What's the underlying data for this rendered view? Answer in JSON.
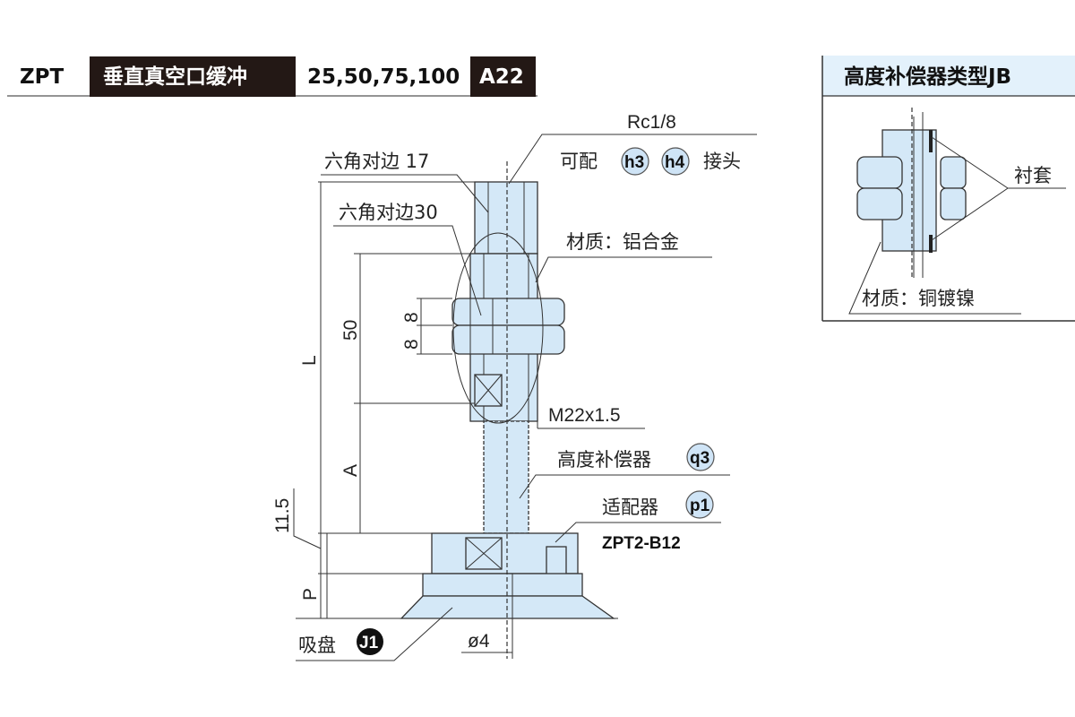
{
  "header": {
    "series": "ZPT",
    "type": "垂直真空口缓冲",
    "strokes": "25,50,75,100",
    "code": "A22"
  },
  "diagram": {
    "port": "Rc1/8",
    "fitting_prefix": "可配",
    "fitting_badges": [
      "h3",
      "h4"
    ],
    "fitting_suffix": "接头",
    "hex17": "六角对边 17",
    "hex30": "六角对边30",
    "material": "材质：铝合金",
    "thread": "M22x1.5",
    "compensator": "高度补偿器",
    "compensator_badge": "q3",
    "adapter": "适配器",
    "adapter_badge": "p1",
    "adapter_model": "ZPT2-B12",
    "pad": "吸盘",
    "pad_badge": "J1",
    "bore": "ø4",
    "dims": {
      "L": "L",
      "d50": "50",
      "A": "A",
      "d8a": "8",
      "d8b": "8",
      "P": "P",
      "d11_5": "11.5"
    }
  },
  "inset": {
    "title": "高度补偿器类型JB",
    "bushing": "衬套",
    "material": "材质：铜镀镍"
  },
  "colors": {
    "part_fill": "#d4e8f7",
    "header_bg": "#231815",
    "inset_header_bg": "#e3f1fb"
  }
}
